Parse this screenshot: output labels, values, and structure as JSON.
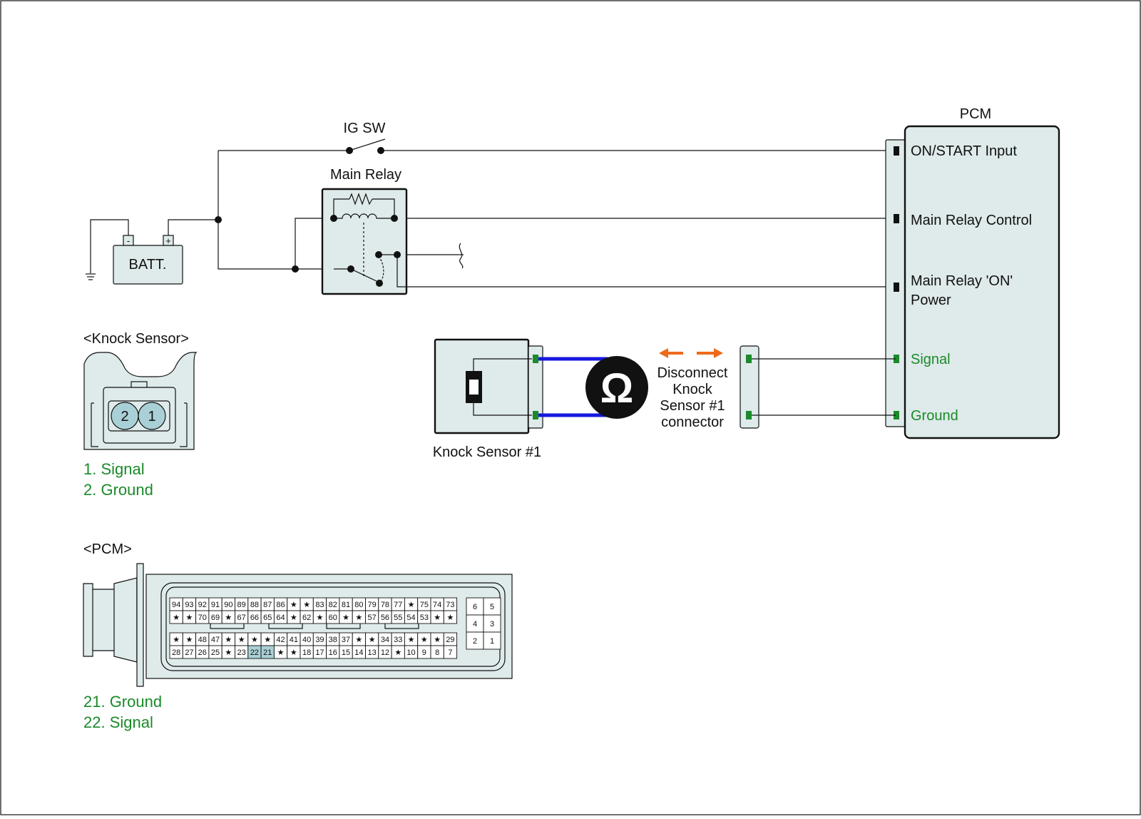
{
  "colors": {
    "green": "#1a8a2a",
    "blue": "#1717e0",
    "orange": "#ee6a1a",
    "connector_fill": "#dfeaea",
    "pin_highlight": "#a9d0d6",
    "line": "#111111"
  },
  "pcm_block": {
    "title": "PCM",
    "on_start": "ON/START Input",
    "relay_control": "Main Relay Control",
    "relay_on_power_1": "Main Relay 'ON'",
    "relay_on_power_2": "Power",
    "signal": "Signal",
    "ground": "Ground"
  },
  "power": {
    "ig_sw": "IG SW",
    "main_relay": "Main Relay",
    "batt": "BATT.",
    "batt_minus": "-",
    "batt_plus": "+"
  },
  "knock_sensor_view": {
    "title": "<Knock Sensor>",
    "pin2": "2",
    "pin1": "1",
    "legend": [
      "1. Signal",
      "2. Ground"
    ]
  },
  "sensor_circuit": {
    "sensor_label": "Knock Sensor #1",
    "meter_symbol": "Ω",
    "instruction": [
      "Disconnect",
      "Knock",
      "Sensor #1",
      "connector"
    ]
  },
  "pcm_connector": {
    "title": "<PCM>",
    "legend": [
      "21. Ground",
      "22. Signal"
    ],
    "row1": [
      "94",
      "93",
      "92",
      "91",
      "90",
      "89",
      "88",
      "87",
      "86",
      "★",
      "★",
      "83",
      "82",
      "81",
      "80",
      "79",
      "78",
      "77",
      "★",
      "75",
      "74",
      "73"
    ],
    "row2": [
      "★",
      "★",
      "70",
      "69",
      "★",
      "67",
      "66",
      "65",
      "64",
      "★",
      "62",
      "★",
      "60",
      "★",
      "★",
      "57",
      "56",
      "55",
      "54",
      "53",
      "★",
      "★"
    ],
    "row3": [
      "★",
      "★",
      "48",
      "47",
      "★",
      "★",
      "★",
      "★",
      "42",
      "41",
      "40",
      "39",
      "38",
      "37",
      "★",
      "★",
      "34",
      "33",
      "★",
      "★",
      "★",
      "29"
    ],
    "row4": [
      "28",
      "27",
      "26",
      "25",
      "★",
      "23",
      "22",
      "21",
      "★",
      "★",
      "18",
      "17",
      "16",
      "15",
      "14",
      "13",
      "12",
      "★",
      "10",
      "9",
      "8",
      "7"
    ],
    "small_block": [
      [
        "6",
        "5"
      ],
      [
        "4",
        "3"
      ],
      [
        "2",
        "1"
      ]
    ],
    "highlighted": [
      "21",
      "22"
    ]
  }
}
